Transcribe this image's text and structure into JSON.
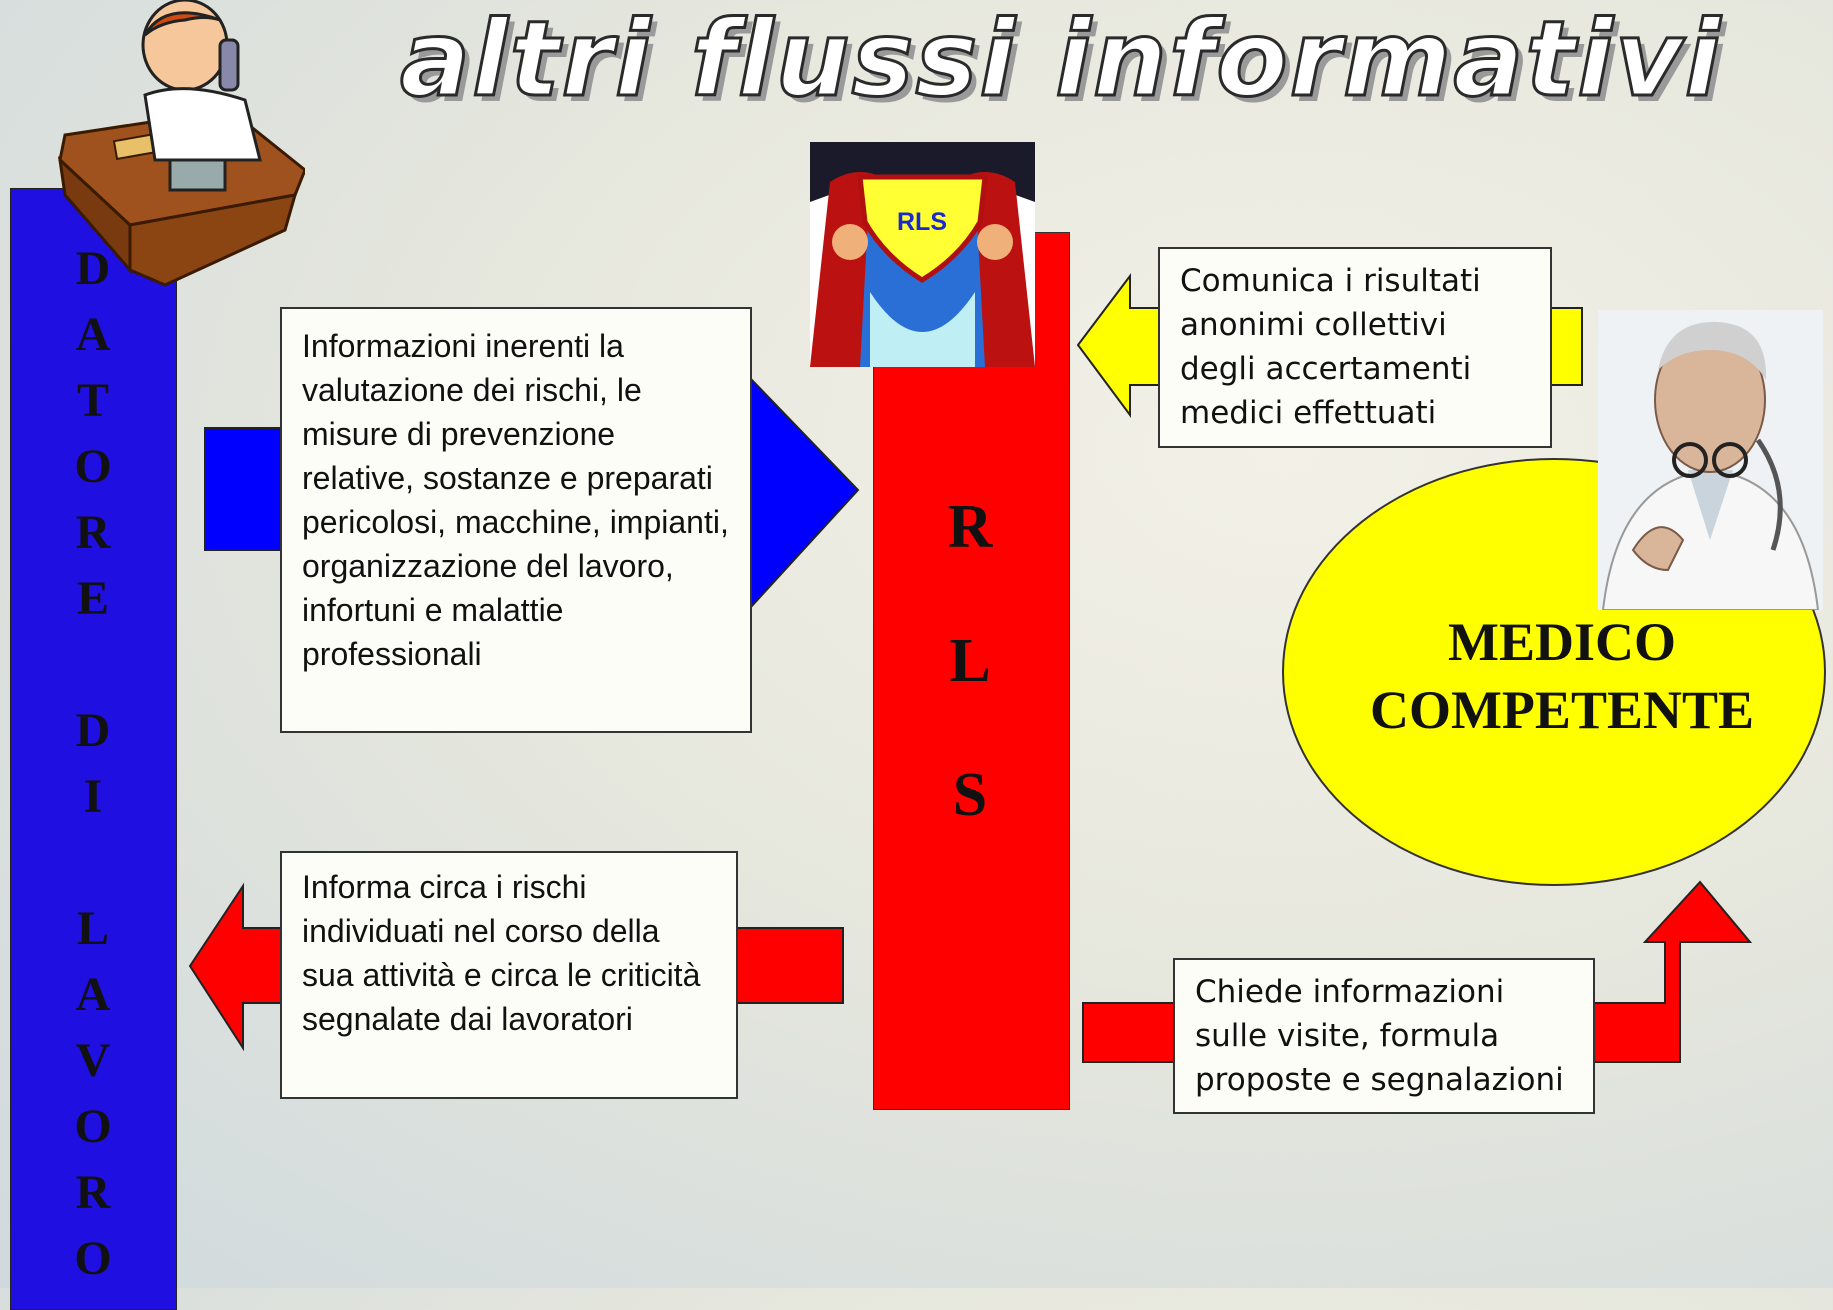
{
  "title": "altri flussi informativi",
  "datore_label": [
    "D",
    "A",
    "T",
    "O",
    "R",
    "E",
    "",
    "D",
    "I",
    "",
    "L",
    "A",
    "V",
    "O",
    "R",
    "O"
  ],
  "rls_badge": "RLS",
  "rls_letters": [
    "R",
    "L",
    "S"
  ],
  "box_info": "Informazioni inerenti la valutazione dei rischi, le misure di prevenzione relative, sostanze e preparati pericolosi, macchine, impianti, organizzazione del lavoro, infortuni e malattie professionali",
  "box_informa": "Informa circa i rischi individuati nel corso della sua attività e circa le criticità segnalate dai lavoratori",
  "box_comunica": "Comunica i risultati anonimi collettivi degli accertamenti medici effettuati",
  "box_chiede": "Chiede informazioni sulle visite, formula proposte e segnalazioni",
  "medico_lines": [
    "MEDICO",
    "COMPETENTE"
  ],
  "colors": {
    "datore": "#1f0fe0",
    "rls": "#ff0000",
    "blue_arrow": "#0000ff",
    "red_arrow": "#ff0000",
    "yellow_arrow": "#ffff00",
    "medico": "#ffff00"
  },
  "icons": [
    "phone-person-desk-icon",
    "superhero-rls-icon",
    "doctor-icon"
  ]
}
